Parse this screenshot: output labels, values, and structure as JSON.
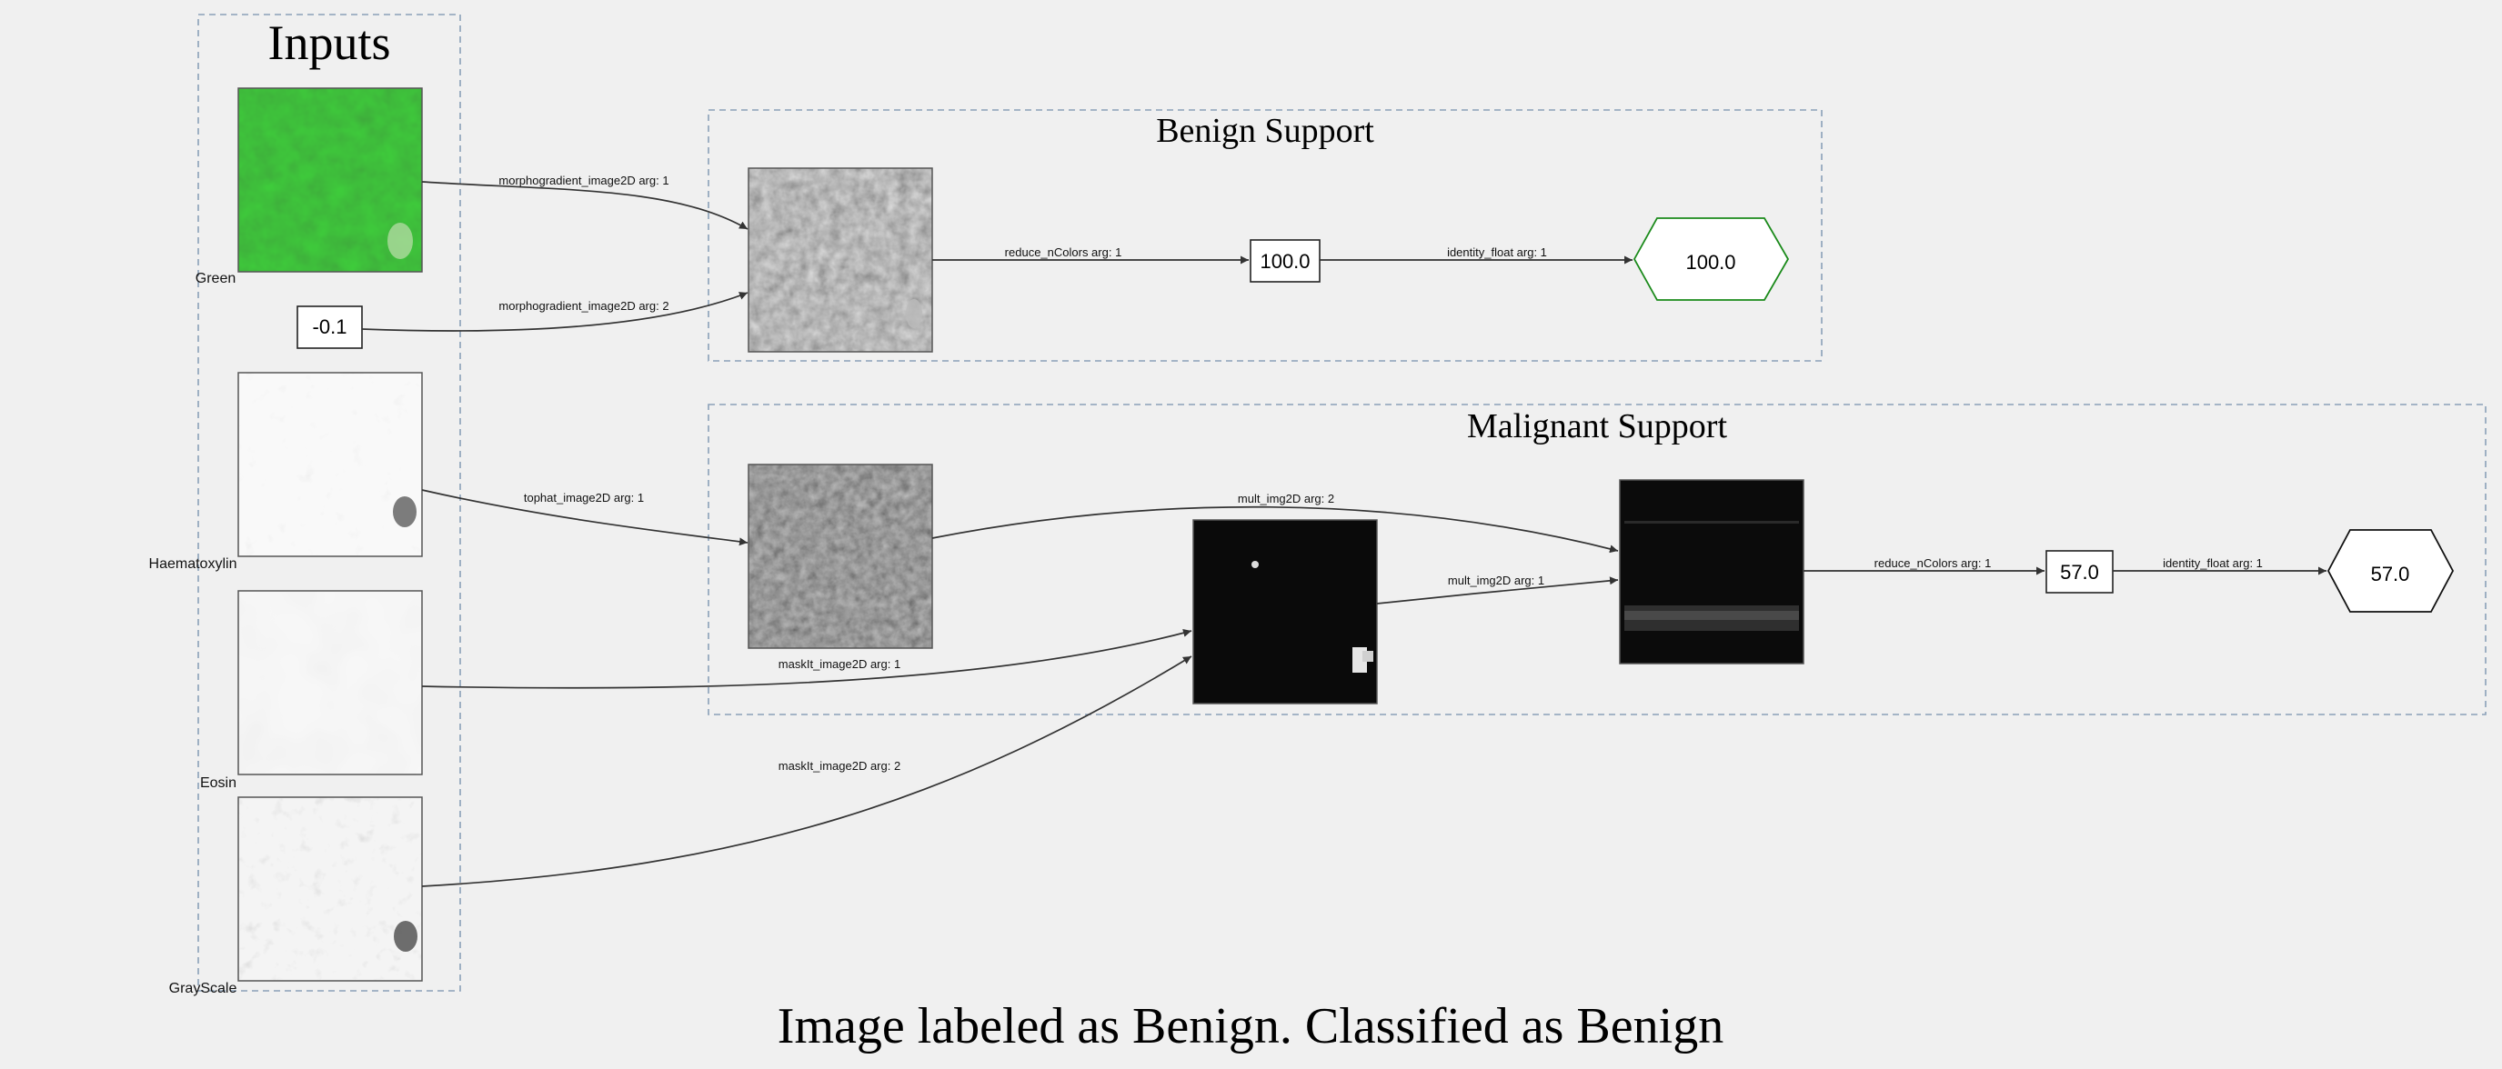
{
  "footer": {
    "caption": "Image labeled as Benign. Classified as Benign"
  },
  "inputs": {
    "title": "Inputs",
    "green_label": "Green",
    "constant_value": "-0.1",
    "haematoxylin_label": "Haematoxylin",
    "eosin_label": "Eosin",
    "grayscale_label": "GrayScale"
  },
  "benign": {
    "title": "Benign Support",
    "value_node": "100.0",
    "output_node": "100.0",
    "output_color": "#1a8a1a",
    "edges": {
      "morph_arg1": "morphogradient_image2D arg: 1",
      "morph_arg2": "morphogradient_image2D arg: 2",
      "reduce": "reduce_nColors arg: 1",
      "identity": "identity_float arg: 1"
    }
  },
  "malignant": {
    "title": "Malignant Support",
    "value_node": "57.0",
    "output_node": "57.0",
    "output_color": "#000000",
    "edges": {
      "tophat": "tophat_image2D arg: 1",
      "mult_arg2": "mult_img2D arg: 2",
      "mult_arg1": "mult_img2D arg: 1",
      "mask_arg1": "maskIt_image2D arg: 1",
      "mask_arg2": "maskIt_image2D arg: 2",
      "reduce": "reduce_nColors arg: 1",
      "identity": "identity_float arg: 1"
    }
  },
  "colors": {
    "cluster_border": "#8aa0b8",
    "green_channel": "#2a8c22",
    "benign_accent": "#1a8a1a"
  }
}
